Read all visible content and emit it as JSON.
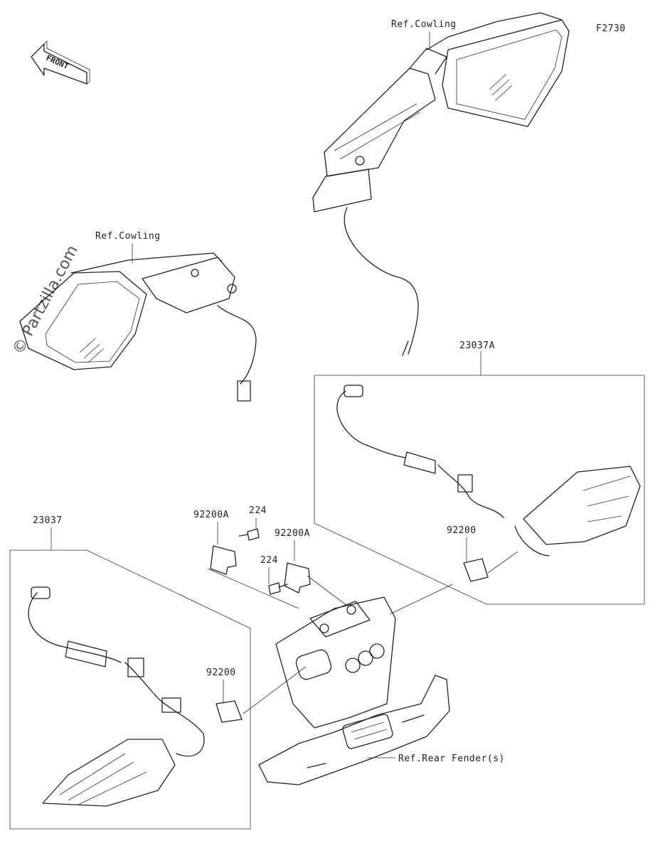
{
  "figure_code": "F2730",
  "watermark": "© Partzilla.com",
  "direction_label": "FRONT",
  "labels": {
    "ref_cowling_upper": "Ref.Cowling",
    "ref_cowling_left": "Ref.Cowling",
    "part_23037a": "23037A",
    "part_23037": "23037",
    "part_92200a_1": "92200A",
    "part_224_1": "224",
    "part_92200a_2": "92200A",
    "part_224_2": "224",
    "part_92200_right": "92200",
    "part_92200_left": "92200",
    "ref_rear_fender": "Ref.Rear Fender(s)"
  }
}
